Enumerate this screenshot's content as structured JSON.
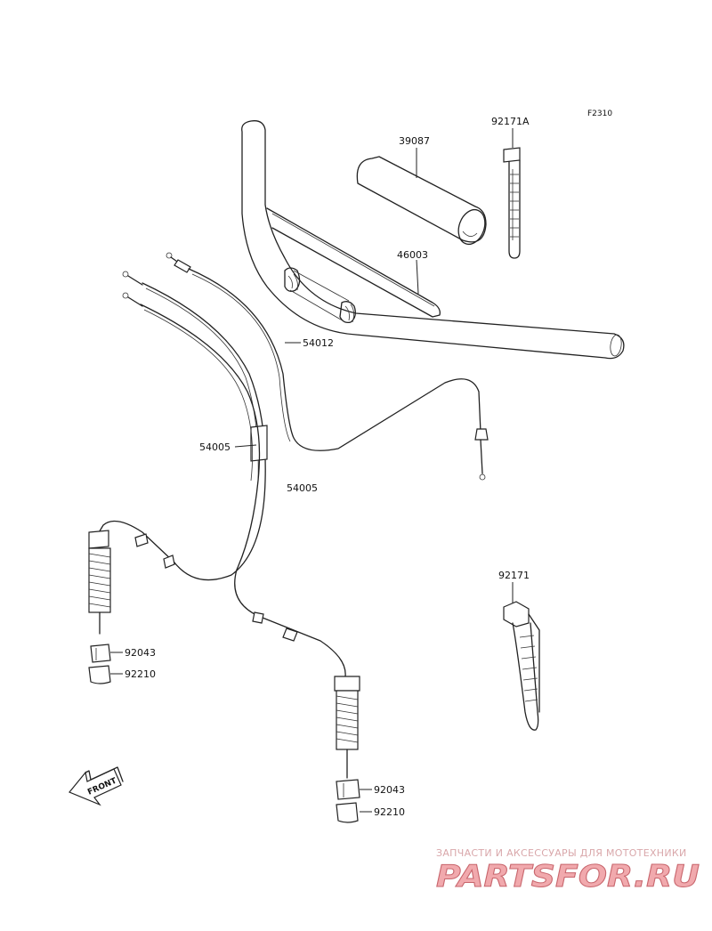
{
  "figure_code": "F2310",
  "part_labels": {
    "grip": "39087",
    "handlebar": "46003",
    "band_small": "92171A",
    "band_large": "92171",
    "throttle_cable": "54012",
    "brake_cable_left": "54005",
    "brake_cable_right": "54005",
    "adjuster_left": "92043",
    "cap_left": "92210",
    "adjuster_right": "92043",
    "cap_right": "92210"
  },
  "front_indicator": "FRONT",
  "watermark": {
    "tagline": "ЗАПЧАСТИ И АКСЕССУАРЫ ДЛЯ МОТОТЕХНИКИ",
    "logo": "PARTSFOR.RU"
  }
}
